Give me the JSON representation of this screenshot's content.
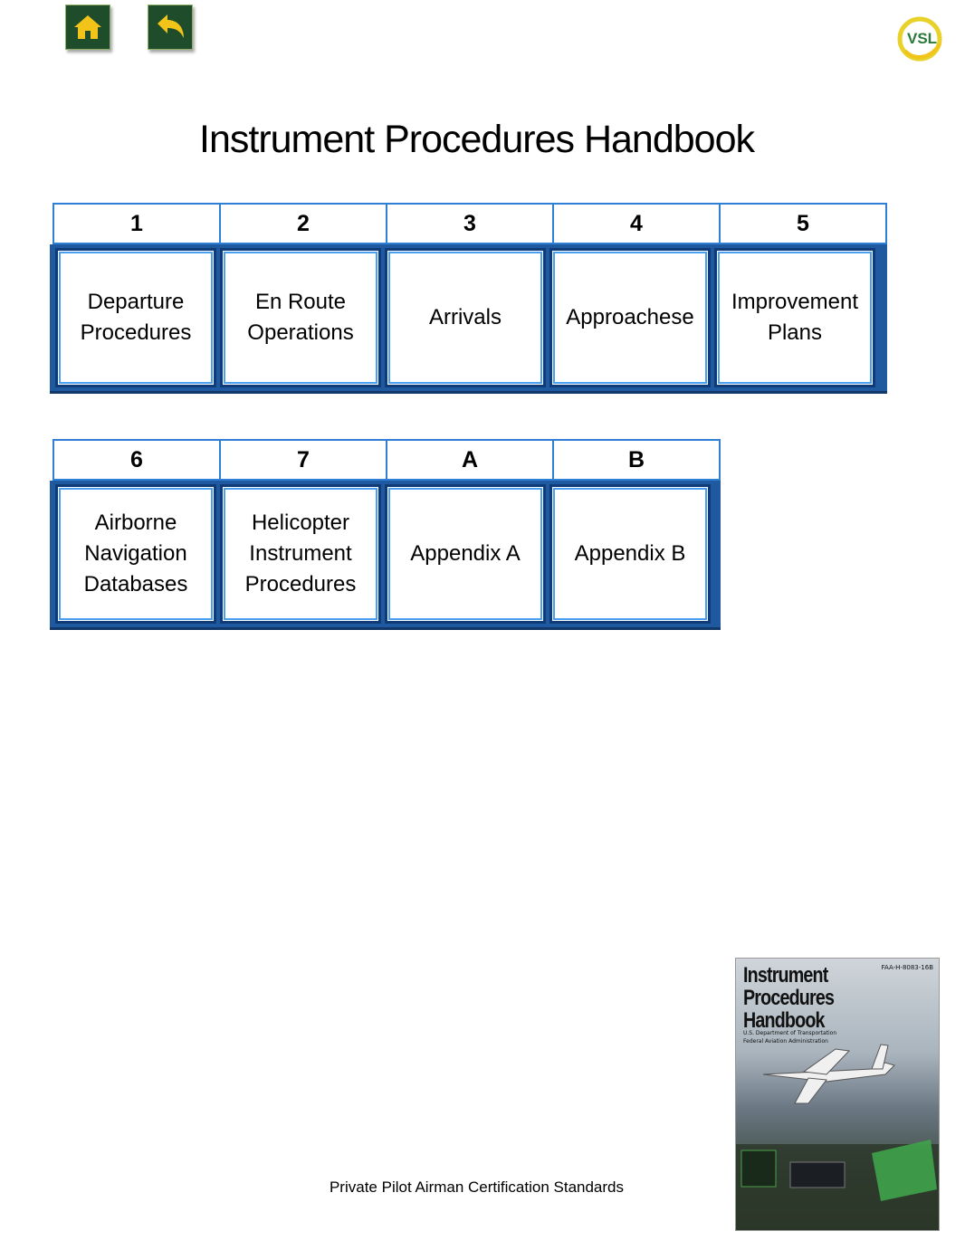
{
  "header": {
    "home_icon": "home-icon",
    "back_icon": "back-arrow-icon",
    "logo_text": "VSL"
  },
  "title": "Instrument Procedures Handbook",
  "rows": [
    {
      "numbers": [
        "1",
        "2",
        "3",
        "4",
        "5"
      ],
      "cards": [
        "Departure\nProcedures",
        "En Route\nOperations",
        "Arrivals",
        "Approachese",
        "Improvement\nPlans"
      ]
    },
    {
      "numbers": [
        "6",
        "7",
        "A",
        "B"
      ],
      "cards": [
        "Airborne\nNavigation\nDatabases",
        "Helicopter\nInstrument\nProcedures",
        "Appendix A",
        "Appendix B"
      ]
    }
  ],
  "footer": "Private Pilot Airman Certification Standards",
  "cover": {
    "title": "Instrument\nProcedures Handbook",
    "code": "FAA-H-8083-16B",
    "dept": "U.S. Department of Transportation\nFederal Aviation Administration"
  },
  "colors": {
    "nav_bg": "#1f4d2b",
    "icon": "#f2c41a",
    "cell_border": "#2f7fd6",
    "card_frame": "#1f5aa0"
  }
}
